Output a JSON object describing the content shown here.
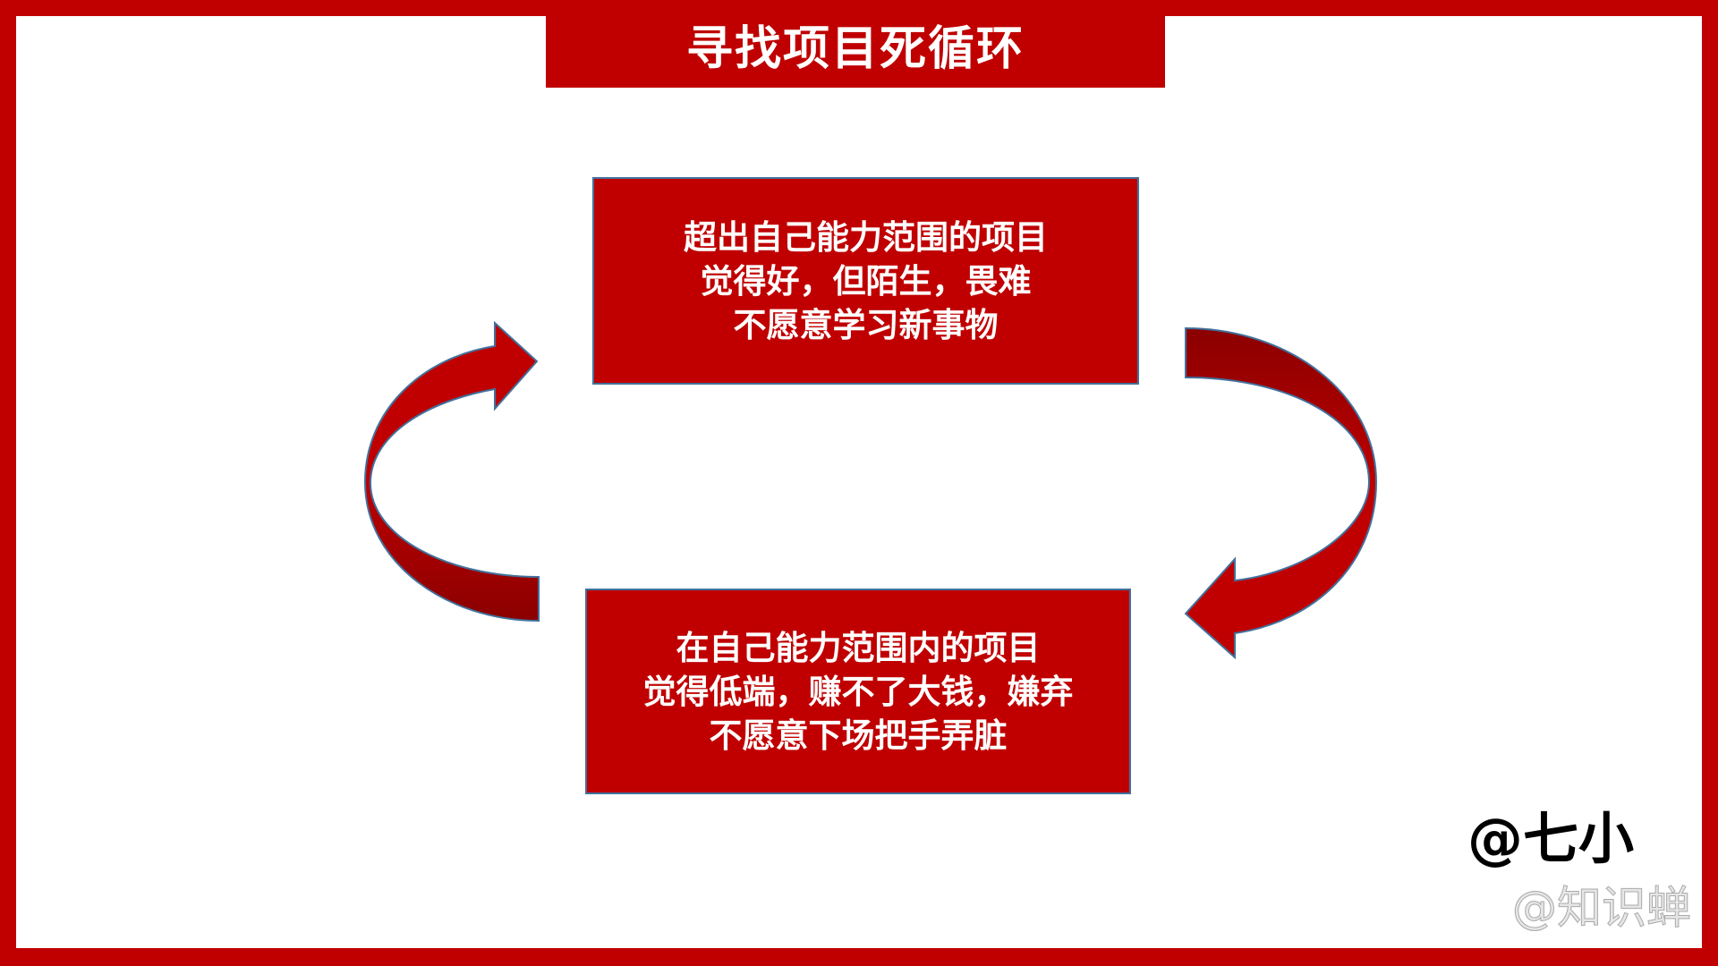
{
  "title": "寻找项目死循环",
  "top_box": {
    "lines": [
      "超出自己能力范围的项目",
      "觉得好，但陌生，畏难",
      "不愿意学习新事物"
    ]
  },
  "bottom_box": {
    "lines": [
      "在自己能力范围内的项目",
      "觉得低端，赚不了大钱，嫌弃",
      "不愿意下场把手弄脏"
    ]
  },
  "signature": "@七小",
  "watermark": "@知识蝉",
  "colors": {
    "primary": "#c00000",
    "arrow_dark": "#8b0000",
    "outline": "#41719c"
  }
}
